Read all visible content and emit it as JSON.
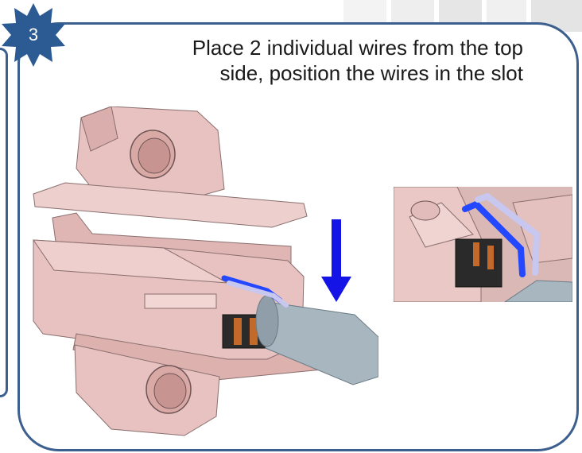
{
  "step": {
    "number": "3"
  },
  "instruction": {
    "line1": "Place 2 individual wires from the top",
    "line2": "side, position the wires in the slot"
  },
  "colors": {
    "frame": "#3c5f8e",
    "badge": "#2c5b94",
    "tool_body": "#e7c2c0",
    "arrow": "#1414e6",
    "wire_blue": "#2448ff",
    "wire_lavender": "#c7c7f0",
    "cable_gray": "#a7b6bf"
  },
  "icons": {
    "badge": "starburst-badge-icon",
    "arrow": "down-arrow-icon"
  }
}
